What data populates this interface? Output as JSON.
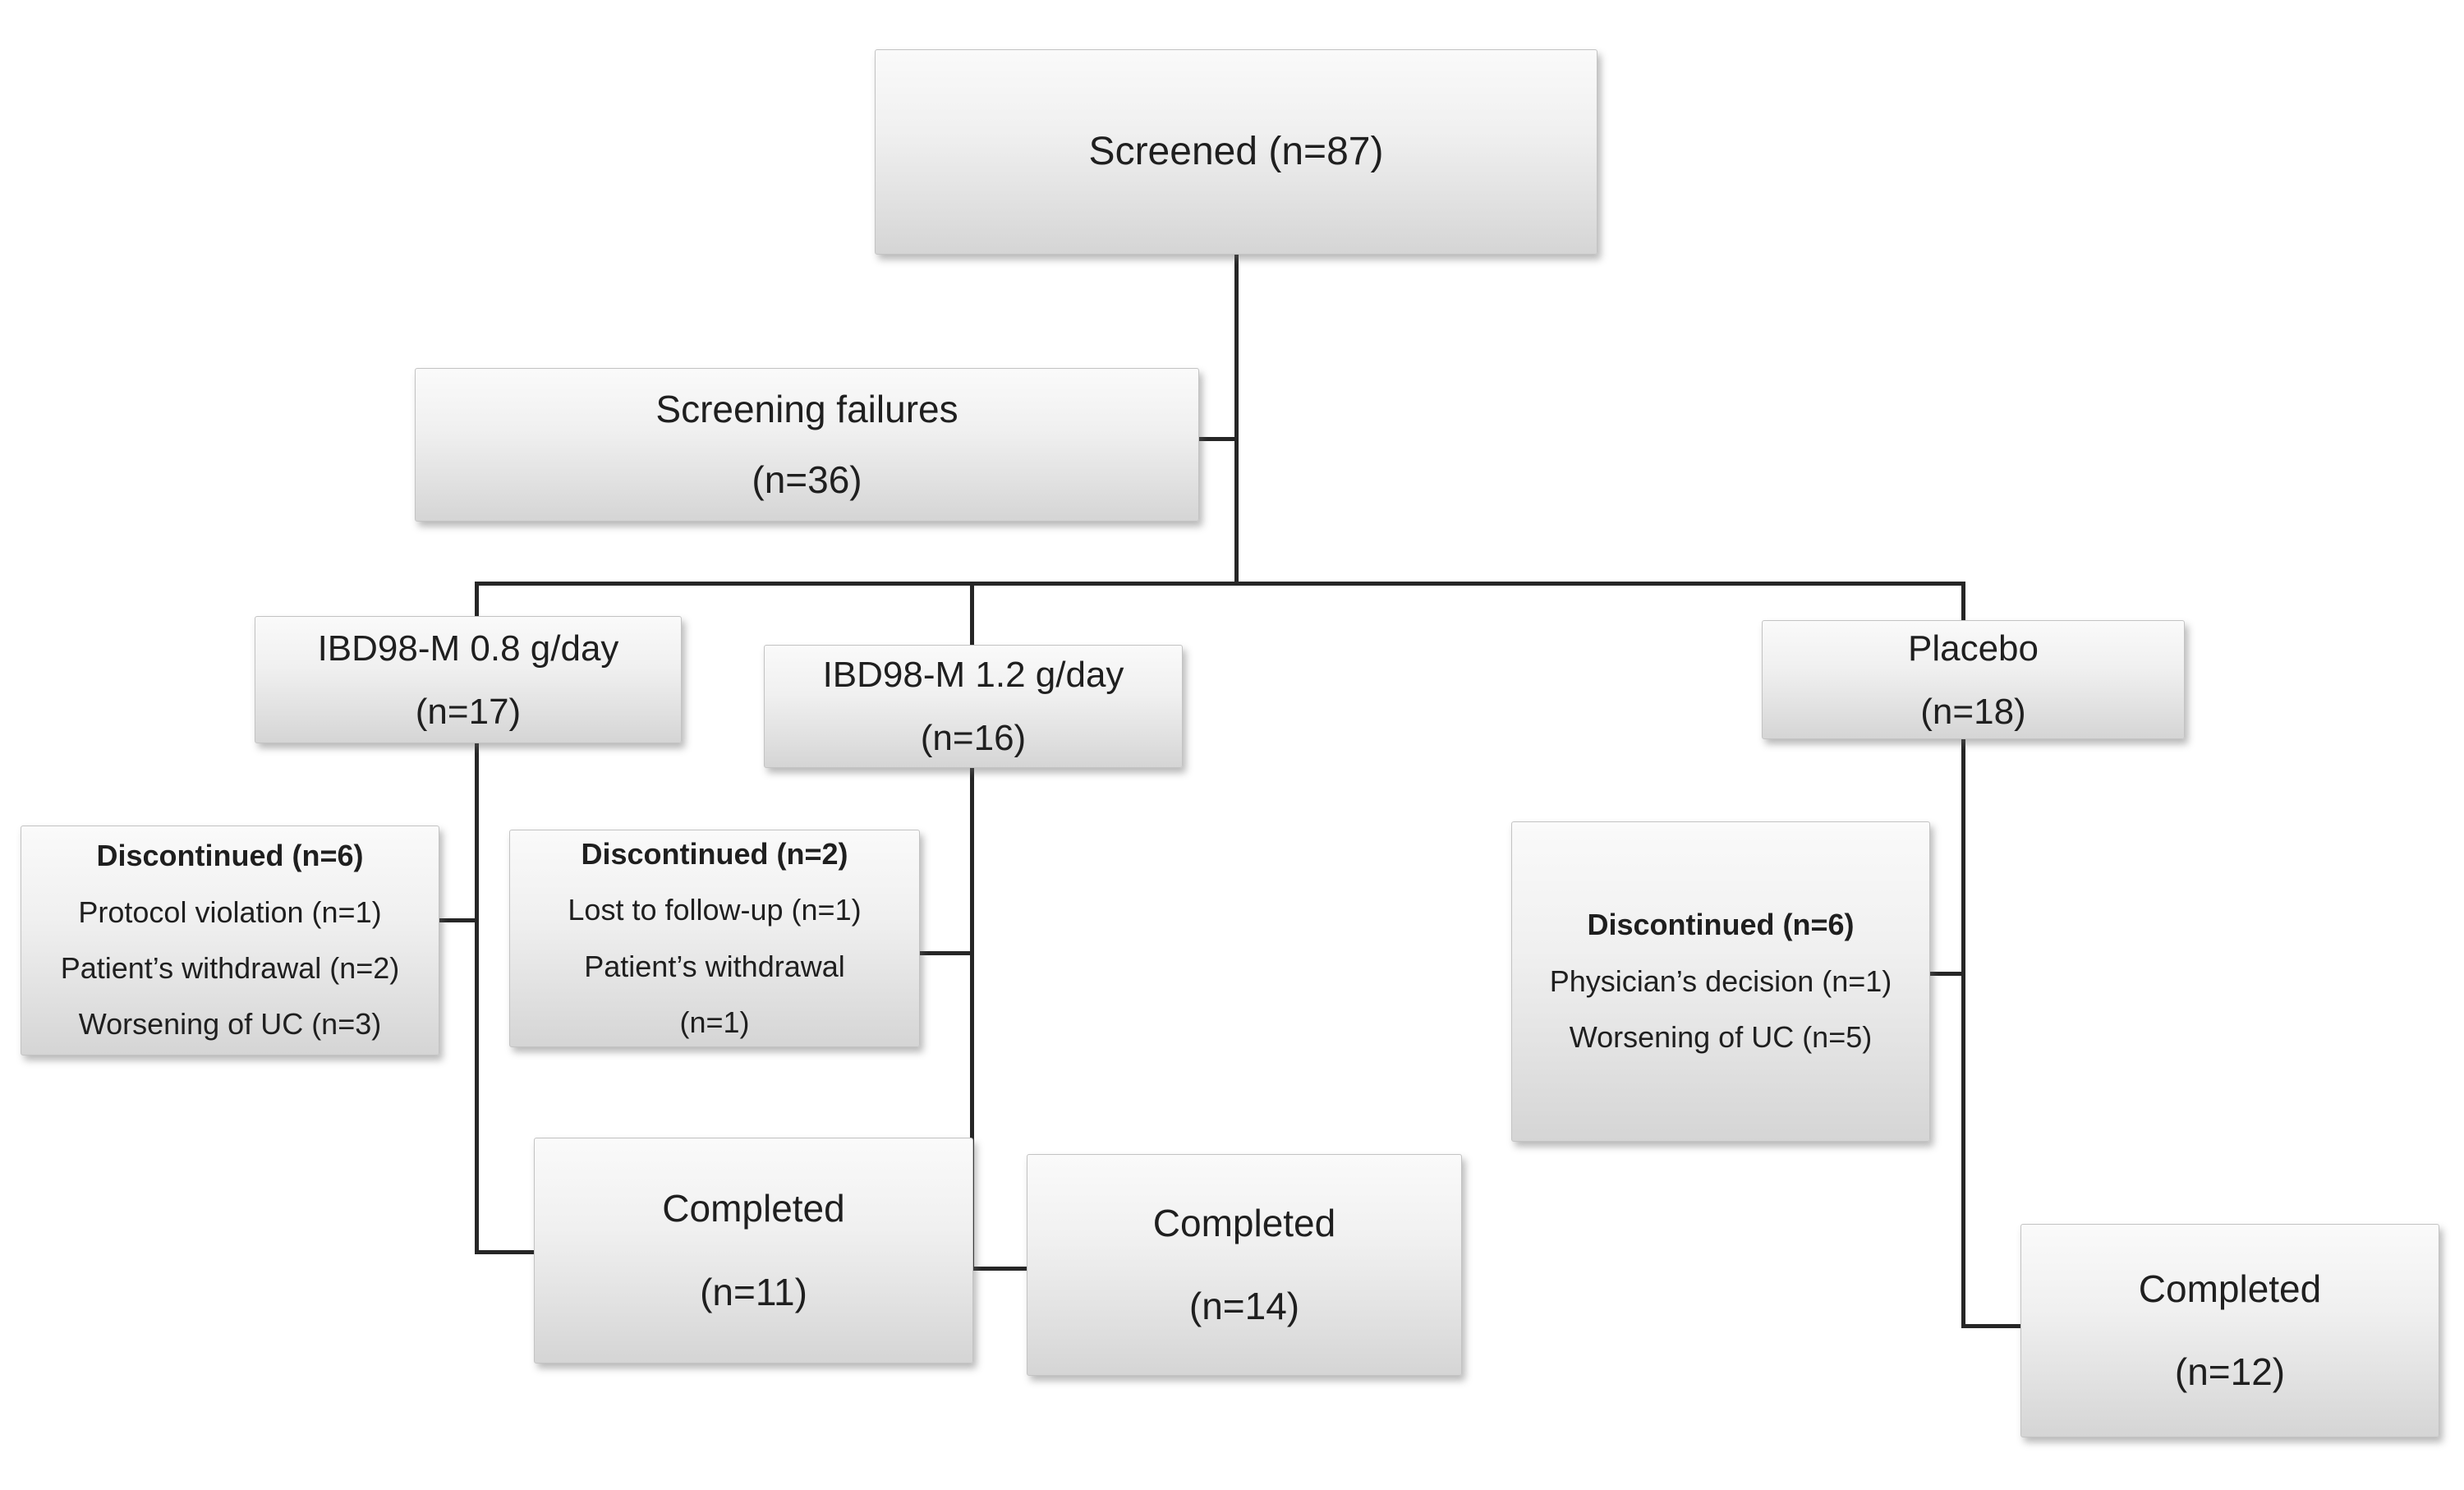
{
  "colors": {
    "background": "#ffffff",
    "box_fill_top": "#fafafa",
    "box_fill_bottom": "#d5d5d5",
    "box_border": "#c3c3c3",
    "connector_line": "#262626",
    "text": "#1f1f1f"
  },
  "nodes": {
    "screened": {
      "lines": [
        "Screened (n=87)"
      ]
    },
    "screening_failures": {
      "lines": [
        "Screening failures",
        "(n=36)"
      ]
    },
    "arm_low_dose": {
      "lines": [
        "IBD98-M 0.8 g/day",
        "(n=17)"
      ]
    },
    "arm_high_dose": {
      "lines": [
        "IBD98-M 1.2 g/day",
        "(n=16)"
      ]
    },
    "arm_placebo": {
      "lines": [
        "Placebo",
        "(n=18)"
      ]
    },
    "discontinued_low_dose": {
      "header": "Discontinued (n=6)",
      "reasons": [
        "Protocol violation (n=1)",
        "Patient’s withdrawal (n=2)",
        "Worsening of UC (n=3)"
      ]
    },
    "discontinued_high_dose": {
      "header": "Discontinued (n=2)",
      "reasons": [
        "Lost to follow-up (n=1)",
        "Patient’s withdrawal",
        "(n=1)"
      ]
    },
    "discontinued_placebo": {
      "header": "Discontinued (n=6)",
      "reasons": [
        "Physician’s decision (n=1)",
        "Worsening of UC (n=5)"
      ]
    },
    "completed_low_dose": {
      "lines": [
        "Completed",
        "(n=11)"
      ]
    },
    "completed_high_dose": {
      "lines": [
        "Completed",
        "(n=14)"
      ]
    },
    "completed_placebo": {
      "lines": [
        "Completed",
        "(n=12)"
      ]
    }
  }
}
